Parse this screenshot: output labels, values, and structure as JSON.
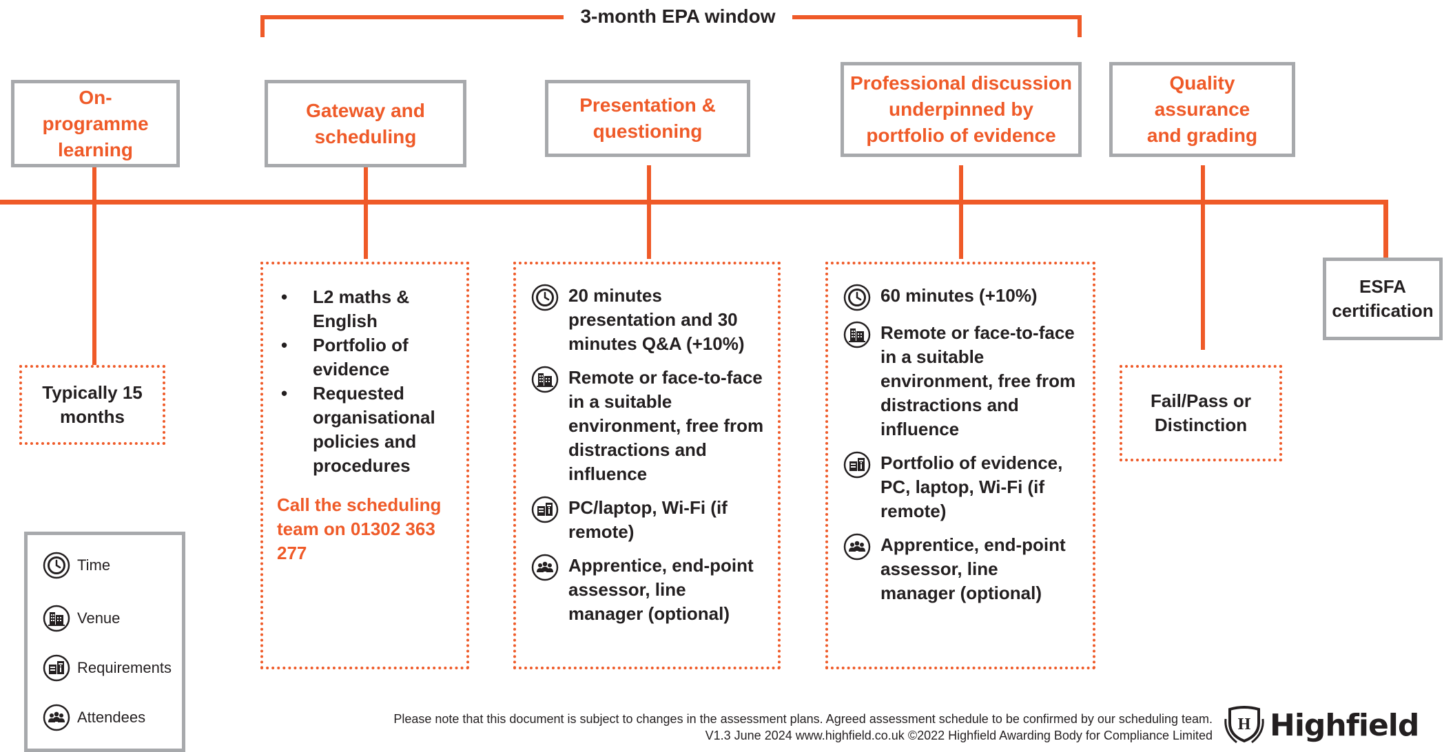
{
  "window": {
    "label": "3-month EPA window"
  },
  "stages": {
    "on_programme": "On-programme learning",
    "gateway": "Gateway and scheduling",
    "presentation": "Presentation & questioning",
    "professional": "Professional discussion underpinned by portfolio of evidence",
    "quality": "Quality assurance and grading",
    "esfa": "ESFA certification"
  },
  "details": {
    "on_programme": {
      "duration": "Typically 15 months"
    },
    "gateway": {
      "requirements": [
        "L2 maths & English",
        "Portfolio of evidence",
        "Requested organisational policies and procedures"
      ],
      "call": "Call the scheduling team on 01302 363 277"
    },
    "presentation": {
      "time": "20 minutes presentation and 30 minutes Q&A (+10%)",
      "venue": "Remote or face-to-face in a suitable environment, free from distractions and influence",
      "requirements": "PC/laptop, Wi-Fi (if remote)",
      "attendees": "Apprentice, end-point assessor, line manager (optional)"
    },
    "professional": {
      "time": "60 minutes (+10%)",
      "venue": "Remote or face-to-face in a suitable environment, free from distractions and influence",
      "requirements": "Portfolio of evidence, PC, laptop, Wi-Fi (if remote)",
      "attendees": "Apprentice, end-point assessor, line manager (optional)"
    },
    "quality": {
      "grades": "Fail/Pass or Distinction"
    }
  },
  "legend": {
    "time": "Time",
    "venue": "Venue",
    "requirements": "Requirements",
    "attendees": "Attendees"
  },
  "icons": {
    "time": "clock-icon",
    "venue": "building-icon",
    "requirements": "requirements-icon",
    "attendees": "people-icon"
  },
  "footer": {
    "note": "Please note that this document is subject to changes in the assessment plans.  Agreed assessment schedule to be confirmed by our scheduling team.",
    "version": "V1.3 June 2024   www.highfield.co.uk   ©2022 Highfield Awarding Body for Compliance Limited"
  },
  "brand": {
    "name": "Highfield",
    "color": "#ef5a28",
    "grey": "#a7a9ac"
  }
}
